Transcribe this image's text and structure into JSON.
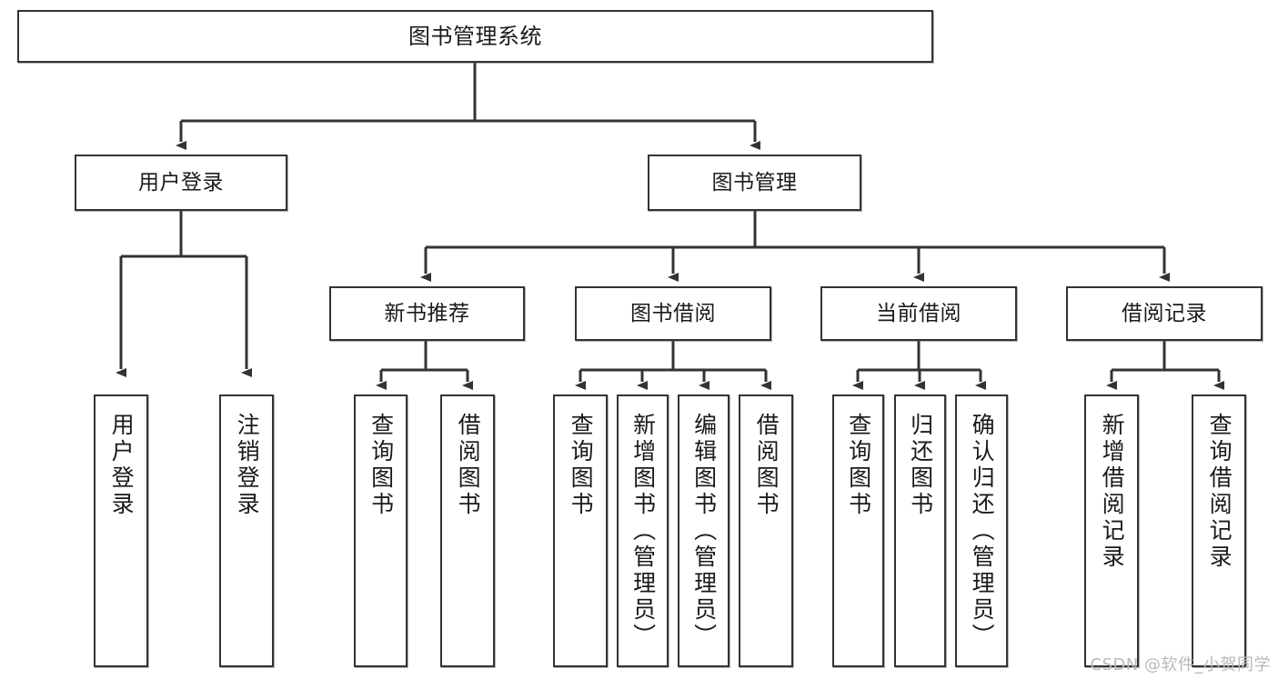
{
  "diagram": {
    "title": "图书管理系统",
    "type": "tree-hierarchy-chart",
    "watermark": "CSDN @软件_小贺同学",
    "colors": {
      "box_border": "#333333",
      "box_fill": "#ffffff",
      "edge": "#333333",
      "text": "#1a1a1a",
      "watermark": "#b9b9b9"
    },
    "levels": {
      "level1": [
        {
          "id": "root",
          "label": "图书管理系统"
        }
      ],
      "level2": [
        {
          "id": "user-login",
          "label": "用户登录"
        },
        {
          "id": "book-manage",
          "label": "图书管理"
        }
      ],
      "level3": [
        {
          "id": "new-book-rec",
          "label": "新书推荐",
          "parent": "book-manage"
        },
        {
          "id": "book-borrow",
          "label": "图书借阅",
          "parent": "book-manage"
        },
        {
          "id": "current-borrow",
          "label": "当前借阅",
          "parent": "book-manage"
        },
        {
          "id": "borrow-record",
          "label": "借阅记录",
          "parent": "book-manage"
        }
      ],
      "leaves": [
        {
          "id": "leaf-user-login",
          "label": "用户登录",
          "parent": "user-login"
        },
        {
          "id": "leaf-logout",
          "label": "注销登录",
          "parent": "user-login"
        },
        {
          "id": "leaf-query-book-1",
          "label": "查询图书",
          "parent": "new-book-rec"
        },
        {
          "id": "leaf-borrow-book-1",
          "label": "借阅图书",
          "parent": "new-book-rec"
        },
        {
          "id": "leaf-query-book-2",
          "label": "查询图书",
          "parent": "book-borrow"
        },
        {
          "id": "leaf-add-book",
          "label": "新增图书（管理员）",
          "parent": "book-borrow"
        },
        {
          "id": "leaf-edit-book",
          "label": "编辑图书（管理员）",
          "parent": "book-borrow"
        },
        {
          "id": "leaf-borrow-book-2",
          "label": "借阅图书",
          "parent": "book-borrow"
        },
        {
          "id": "leaf-query-book-3",
          "label": "查询图书",
          "parent": "current-borrow"
        },
        {
          "id": "leaf-return-book",
          "label": "归还图书",
          "parent": "current-borrow"
        },
        {
          "id": "leaf-confirm-return",
          "label": "确认归还（管理员）",
          "parent": "current-borrow"
        },
        {
          "id": "leaf-add-record",
          "label": "新增借阅记录",
          "parent": "borrow-record"
        },
        {
          "id": "leaf-query-record",
          "label": "查询借阅记录",
          "parent": "borrow-record"
        }
      ]
    }
  }
}
